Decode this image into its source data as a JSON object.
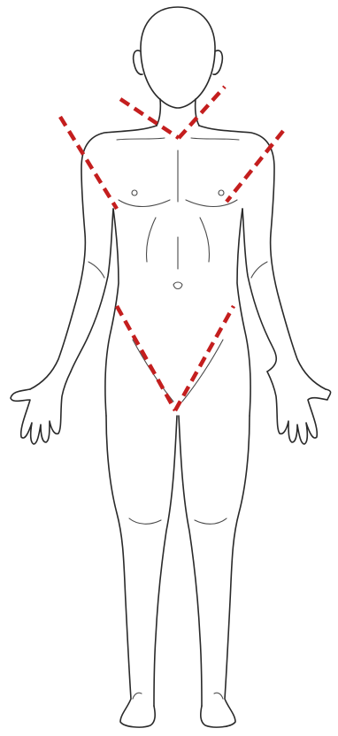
{
  "figure": {
    "background_color": "#ffffff",
    "outline_color": "#2a2a2a",
    "marker_color": "#c41e1e"
  },
  "markers": [
    {
      "id": "neck-v-left"
    },
    {
      "id": "neck-v-right"
    },
    {
      "id": "left-shoulder-diagonal"
    },
    {
      "id": "right-shoulder-diagonal"
    },
    {
      "id": "groin-v-left"
    },
    {
      "id": "groin-v-right"
    }
  ]
}
